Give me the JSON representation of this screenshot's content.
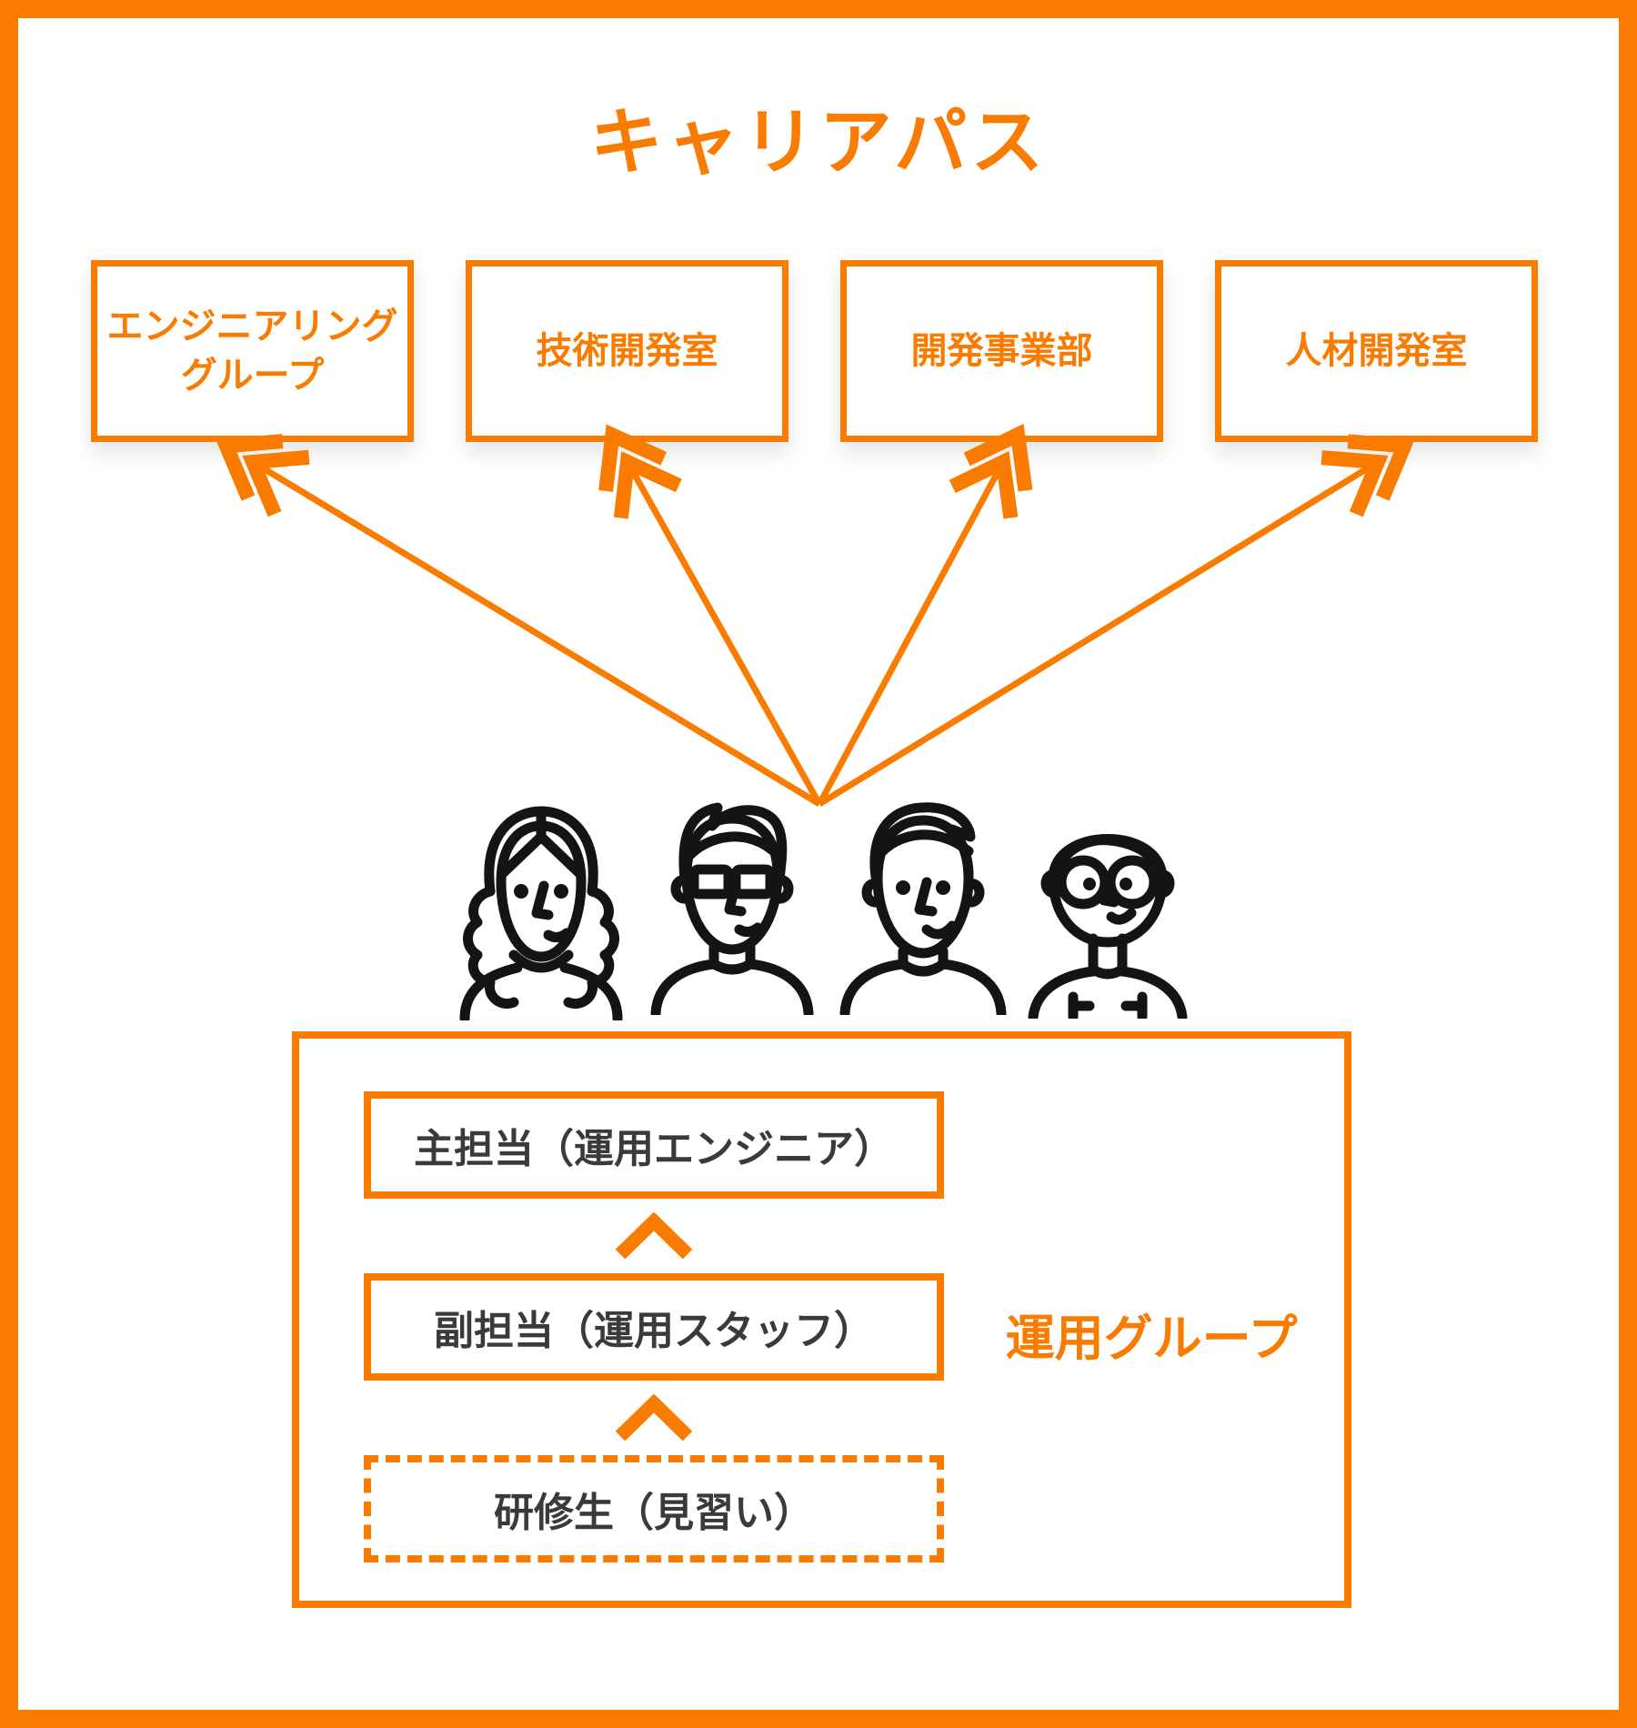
{
  "title": "キャリアパス",
  "departments": [
    {
      "label": "エンジニアリンググループ"
    },
    {
      "label": "技術開発室"
    },
    {
      "label": "開発事業部"
    },
    {
      "label": "人材開発室"
    }
  ],
  "operation_group": {
    "label": "運用グループ",
    "levels": [
      {
        "label": "主担当（運用エンジニア）"
      },
      {
        "label": "副担当（運用スタッフ）"
      },
      {
        "label": "研修生（見習い）"
      }
    ]
  },
  "icons": {
    "arrow_head": "double-chevron-arrow",
    "level_separator": "chevron-up"
  },
  "colors": {
    "accent": "#f97b00",
    "text_dark": "#3a3a3a",
    "people_stroke": "#141414",
    "background": "#ffffff"
  }
}
